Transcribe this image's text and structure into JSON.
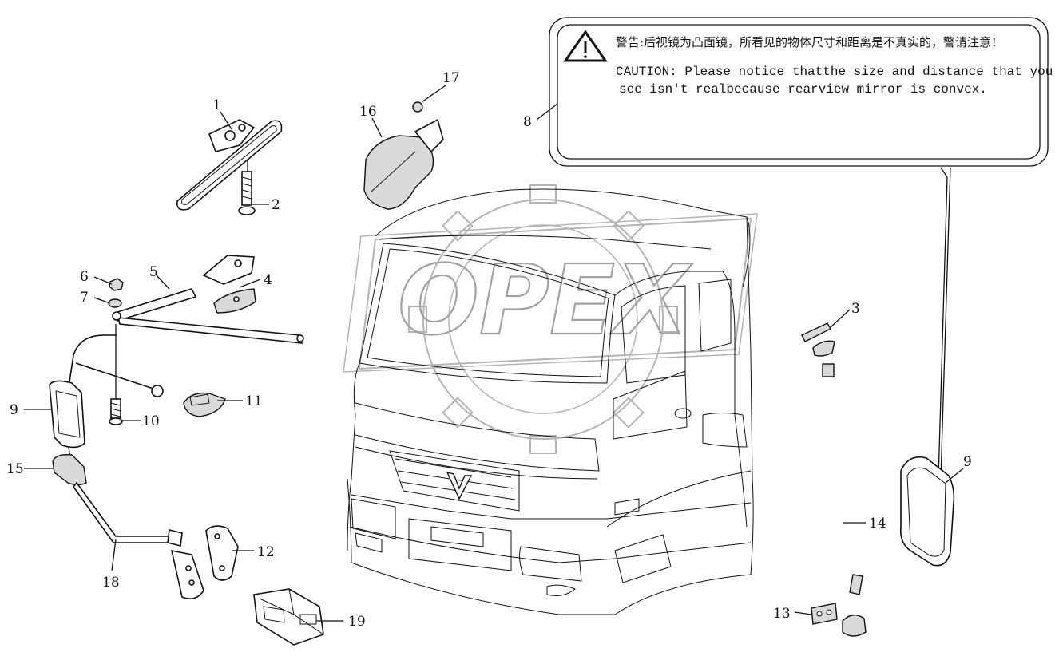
{
  "warning_label": {
    "cn": "警告:后视镜为凸面镜，所看见的物体尺寸和距离是不真实的，警请注意！",
    "en_line1": "CAUTION:  Please notice thatthe size and distance that you",
    "en_line2": "see isn't realbecause rearview mirror is convex."
  },
  "watermark": "OPEX",
  "callouts": {
    "c1": "1",
    "c2": "2",
    "c3": "3",
    "c4": "4",
    "c5": "5",
    "c6": "6",
    "c7": "7",
    "c8": "8",
    "c9a": "9",
    "c9b": "9",
    "c10": "10",
    "c11": "11",
    "c12": "12",
    "c13": "13",
    "c14": "14",
    "c15": "15",
    "c16": "16",
    "c17": "17",
    "c18": "18",
    "c19": "19"
  }
}
